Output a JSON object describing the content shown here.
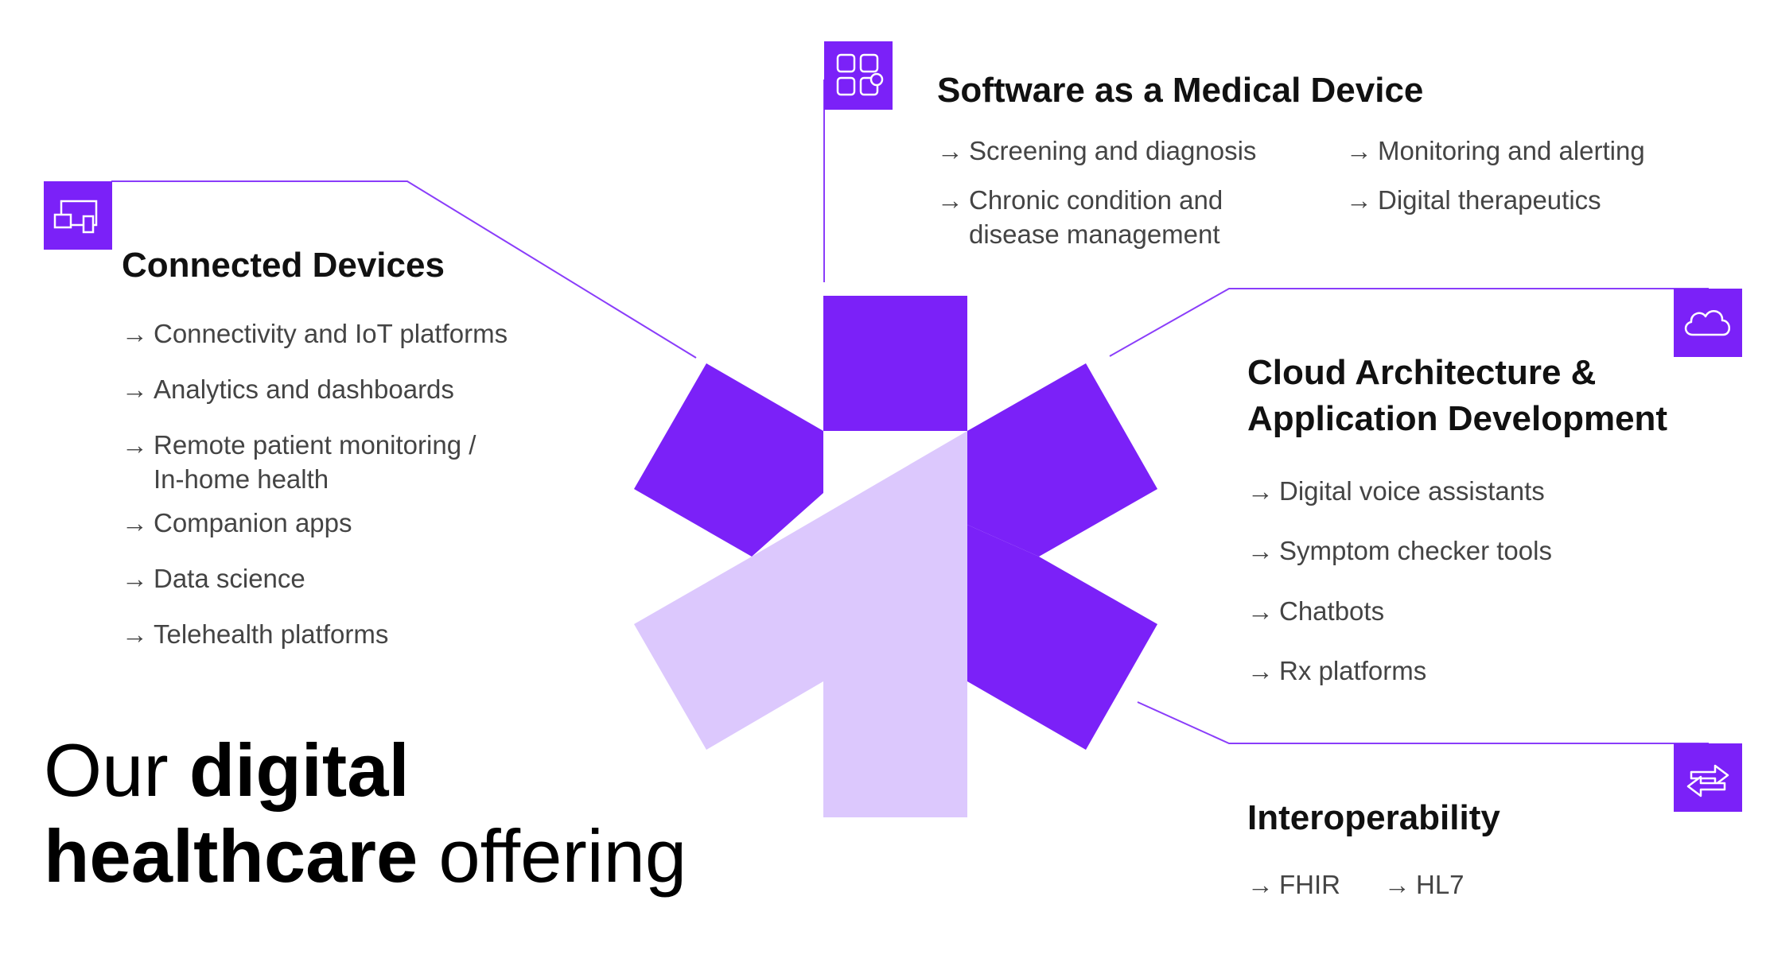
{
  "hero": {
    "line1_regular": "Our",
    "line1_bold": "digital",
    "line2_bold": "healthcare",
    "line2_regular": "offering"
  },
  "colors": {
    "accent": "#7b21f8",
    "light": "#dcc8fd",
    "line": "#8a3dfa"
  },
  "arrow": "→",
  "connected_devices": {
    "icon": "devices-icon",
    "title": "Connected Devices",
    "items": [
      "Connectivity and IoT platforms",
      "Analytics and dashboards",
      "Remote patient monitoring /",
      "In-home health",
      "Companion apps",
      "Data science",
      "Telehealth platforms"
    ]
  },
  "samd": {
    "icon": "apps-grid-icon",
    "title": "Software as a Medical Device",
    "items": [
      "Screening and diagnosis",
      "Chronic condition and",
      "disease management",
      "Monitoring and alerting",
      "Digital therapeutics"
    ]
  },
  "cloud": {
    "icon": "cloud-icon",
    "title_line1": "Cloud Architecture &",
    "title_line2": "Application Development",
    "items": [
      "Digital voice assistants",
      "Symptom checker tools",
      "Chatbots",
      "Rx platforms"
    ]
  },
  "interop": {
    "icon": "exchange-arrows-icon",
    "title": "Interoperability",
    "items": [
      "FHIR",
      "HL7"
    ]
  }
}
